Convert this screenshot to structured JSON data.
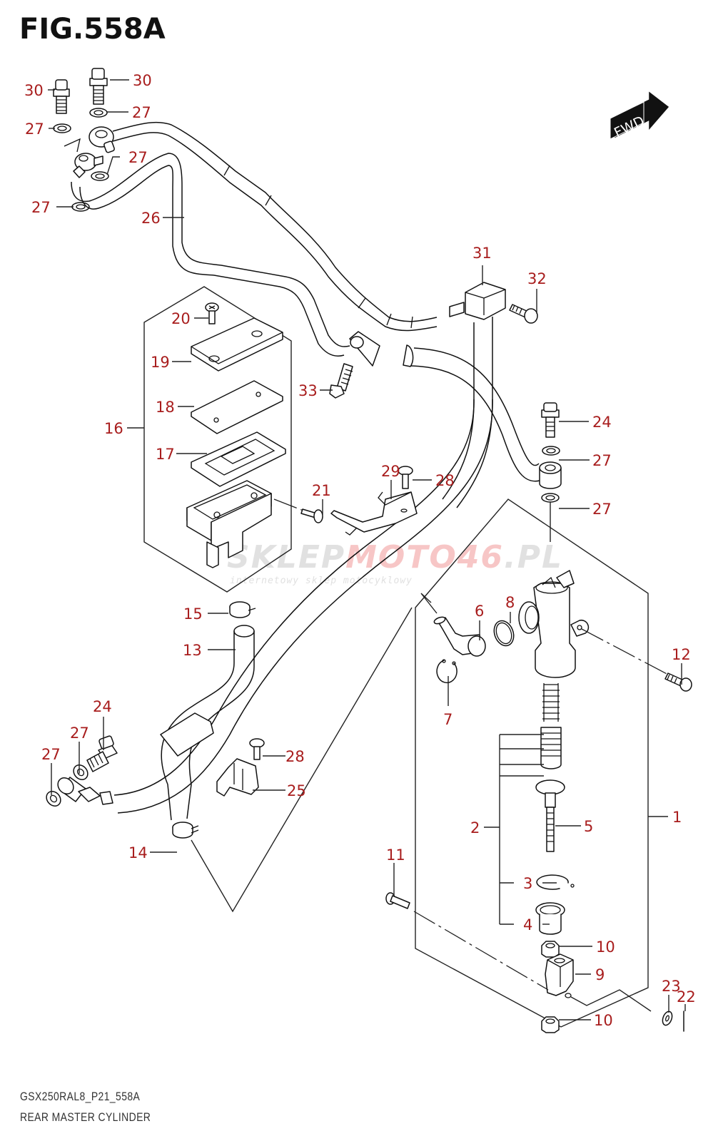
{
  "figure": {
    "title": "FIG.558A",
    "model_code": "GSX250RAL8_P21_558A",
    "name": "REAR MASTER CYLINDER",
    "direction_badge": "FWD",
    "label_color": "#a81d1d"
  },
  "watermark": {
    "brand_gray": "SKLEP",
    "brand_red": "MOTO46",
    "brand_suffix": ".PL",
    "tagline": "internetowy sklep motocyklowy"
  },
  "callouts": [
    {
      "id": "c30a",
      "part": "30"
    },
    {
      "id": "c30b",
      "part": "30"
    },
    {
      "id": "c27a",
      "part": "27"
    },
    {
      "id": "c27b",
      "part": "27"
    },
    {
      "id": "c27c",
      "part": "27"
    },
    {
      "id": "c27d",
      "part": "27"
    },
    {
      "id": "c26",
      "part": "26"
    },
    {
      "id": "c31",
      "part": "31"
    },
    {
      "id": "c32",
      "part": "32"
    },
    {
      "id": "c20",
      "part": "20"
    },
    {
      "id": "c19",
      "part": "19"
    },
    {
      "id": "c18",
      "part": "18"
    },
    {
      "id": "c16",
      "part": "16"
    },
    {
      "id": "c17",
      "part": "17"
    },
    {
      "id": "c33",
      "part": "33"
    },
    {
      "id": "c24a",
      "part": "24"
    },
    {
      "id": "c27e",
      "part": "27"
    },
    {
      "id": "c29",
      "part": "29"
    },
    {
      "id": "c28a",
      "part": "28"
    },
    {
      "id": "c27f",
      "part": "27"
    },
    {
      "id": "c21",
      "part": "21"
    },
    {
      "id": "c15",
      "part": "15"
    },
    {
      "id": "c6",
      "part": "6"
    },
    {
      "id": "c8",
      "part": "8"
    },
    {
      "id": "c12",
      "part": "12"
    },
    {
      "id": "c13",
      "part": "13"
    },
    {
      "id": "c7",
      "part": "7"
    },
    {
      "id": "c24b",
      "part": "24"
    },
    {
      "id": "c27g",
      "part": "27"
    },
    {
      "id": "c27h",
      "part": "27"
    },
    {
      "id": "c28b",
      "part": "28"
    },
    {
      "id": "c25",
      "part": "25"
    },
    {
      "id": "c2",
      "part": "2"
    },
    {
      "id": "c5",
      "part": "5"
    },
    {
      "id": "c1",
      "part": "1"
    },
    {
      "id": "c14",
      "part": "14"
    },
    {
      "id": "c11",
      "part": "11"
    },
    {
      "id": "c3",
      "part": "3"
    },
    {
      "id": "c4",
      "part": "4"
    },
    {
      "id": "c10a",
      "part": "10"
    },
    {
      "id": "c9",
      "part": "9"
    },
    {
      "id": "c23",
      "part": "23"
    },
    {
      "id": "c22",
      "part": "22"
    },
    {
      "id": "c10b",
      "part": "10"
    }
  ]
}
